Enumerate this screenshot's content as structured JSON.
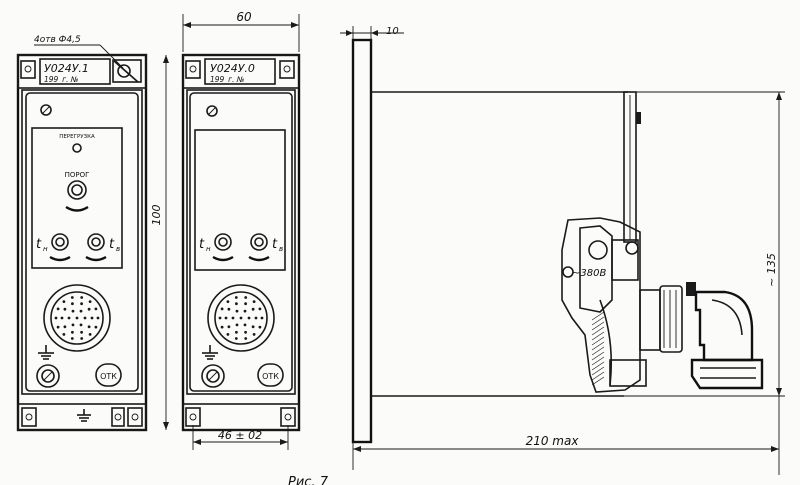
{
  "left_panel": {
    "hole_note": "4отв Ф4,5",
    "model": "У024У.1",
    "year_no": "199_г. №",
    "overload_label": "ПЕРЕГРУЗКА",
    "threshold_label": "ПОРОГ",
    "t_low": "t",
    "t_low_sub": "н",
    "t_high": "t",
    "t_high_sub": "в",
    "otk_label": "ОТК"
  },
  "middle_panel": {
    "model": "У024У.0",
    "year_no": "199_г. №",
    "t_low": "t",
    "t_low_sub": "н",
    "t_high": "t",
    "t_high_sub": "в",
    "otk_label": "ОТК"
  },
  "dimensions": {
    "width_top": "60",
    "height_side": "100",
    "bottom_spacing": "46 ± 02",
    "flange": "10",
    "height_right": "~ 135",
    "depth": "210 max"
  },
  "side_view": {
    "voltage_label": "~380В"
  },
  "caption": "Рис. 7"
}
